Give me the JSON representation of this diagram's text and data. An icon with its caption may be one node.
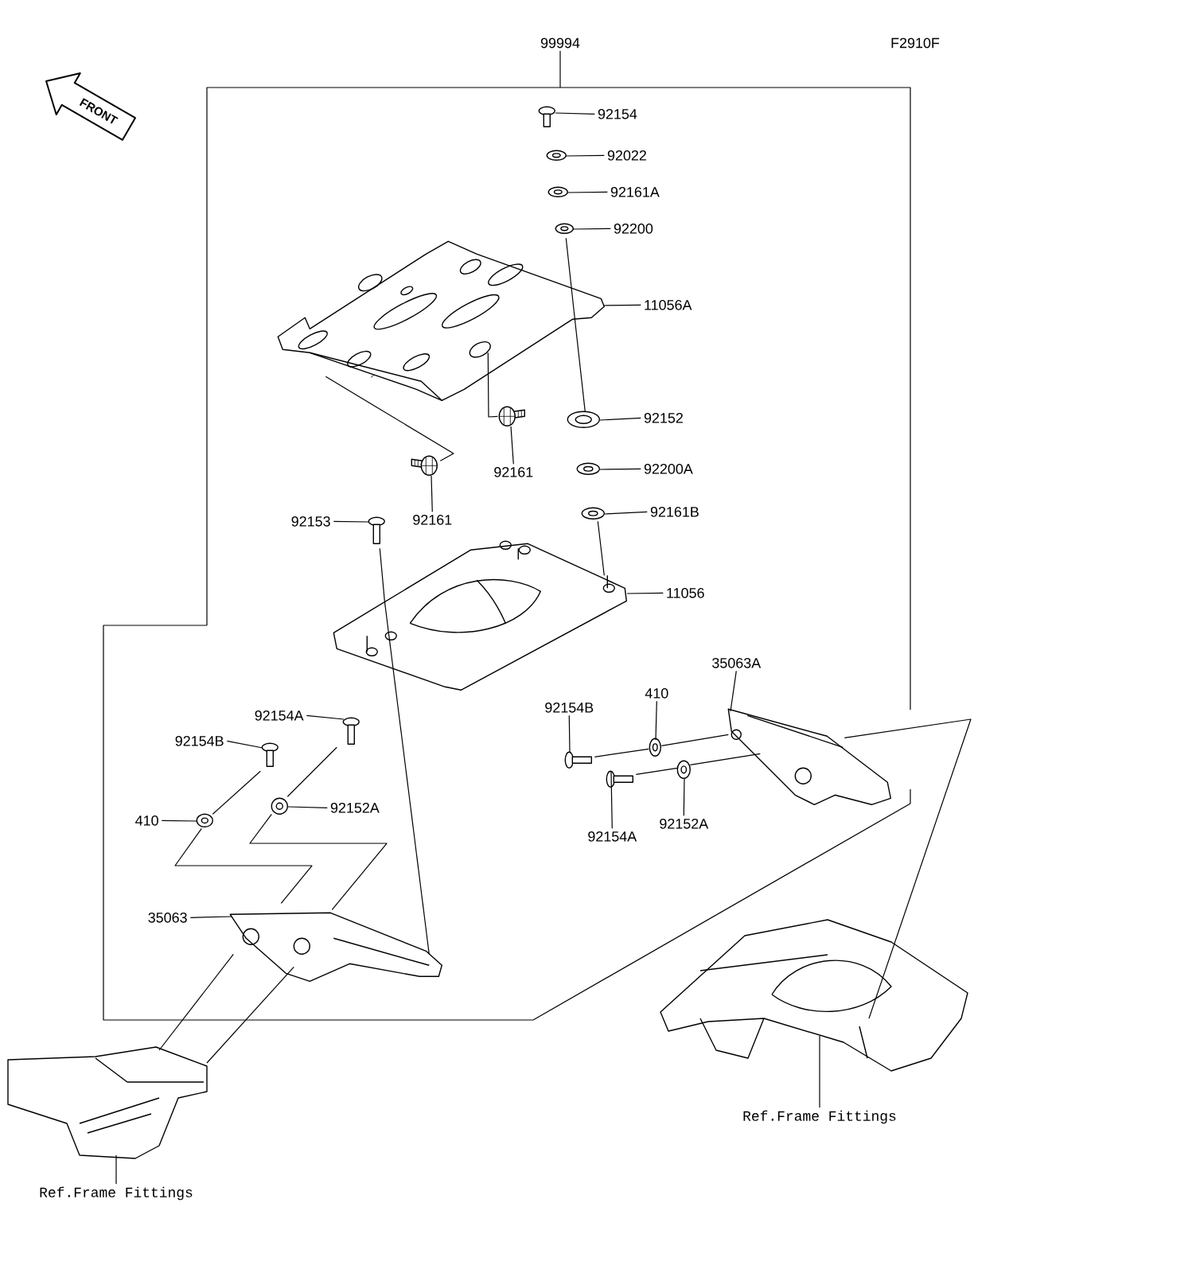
{
  "diagram": {
    "nodes": [
      {
        "text": [
          "99994"
        ]
      },
      {
        "text": [],
        "shape": "frame"
      },
      {
        "text": [
          "92154"
        ],
        "in": 1
      },
      {
        "text": [
          "92022"
        ],
        "in": 1
      },
      {
        "text": [
          "92161A"
        ],
        "in": 1
      },
      {
        "text": [
          "92200"
        ],
        "in": 1
      },
      {
        "text": [
          "11056A"
        ],
        "in": 1
      },
      {
        "text": [
          "92152"
        ],
        "in": 1
      },
      {
        "text": [
          "92161"
        ],
        "in": 1
      },
      {
        "text": [
          "92200A"
        ],
        "in": 1
      },
      {
        "text": [
          "92161"
        ],
        "in": 1
      },
      {
        "text": [
          "92161B"
        ],
        "in": 1
      },
      {
        "text": [
          "92153"
        ],
        "in": 1
      },
      {
        "text": [
          "11056"
        ],
        "in": 1
      },
      {
        "text": [
          "35063A"
        ],
        "in": 1
      },
      {
        "text": [
          "92154A"
        ],
        "in": 1
      },
      {
        "text": [
          "410"
        ],
        "in": 1
      },
      {
        "text": [
          "92154B"
        ],
        "in": 1
      },
      {
        "text": [
          "92154B"
        ],
        "in": 1
      },
      {
        "text": [
          "410"
        ],
        "in": 1
      },
      {
        "text": [
          "92152A"
        ],
        "in": 1
      },
      {
        "text": [
          "92154A"
        ],
        "in": 1
      },
      {
        "text": [
          "92152A"
        ],
        "in": 1
      },
      {
        "text": [
          "35063"
        ],
        "in": 1
      },
      {
        "text": [
          "Ref.Frame Fittings"
        ]
      },
      {
        "text": [
          "Ref.Frame Fittings"
        ]
      },
      {
        "text": [],
        "shape": "picture",
        "in": 1
      },
      {
        "text": [],
        "shape": "picture",
        "in": 1
      },
      {
        "text": [],
        "shape": "picture",
        "in": 1
      },
      {
        "text": [],
        "shape": "picture",
        "in": 1
      },
      {
        "text": [],
        "shape": "picture",
        "in": 1
      },
      {
        "text": [],
        "shape": "picture",
        "in": 1
      },
      {
        "text": [],
        "shape": "picture",
        "in": 1
      },
      {
        "text": [],
        "shape": "picture",
        "in": 1
      },
      {
        "text": [],
        "shape": "picture",
        "in": 1
      },
      {
        "text": [],
        "shape": "picture",
        "in": 1
      },
      {
        "text": [],
        "shape": "picture",
        "in": 1
      },
      {
        "text": [],
        "shape": "picture",
        "in": 1
      },
      {
        "text": [],
        "shape": "picture",
        "in": 1
      },
      {
        "text": [],
        "shape": "picture",
        "in": 1
      },
      {
        "text": [],
        "shape": "picture",
        "in": 1
      },
      {
        "text": [],
        "shape": "picture",
        "in": 1
      },
      {
        "text": [],
        "shape": "picture",
        "in": 1
      },
      {
        "text": [],
        "shape": "picture",
        "in": 1
      },
      {
        "text": [],
        "shape": "picture",
        "in": 1
      },
      {
        "text": [],
        "shape": "picture",
        "in": 1
      },
      {
        "text": [],
        "shape": "picture",
        "in": 1
      },
      {
        "text": [],
        "shape": "picture",
        "in": 1
      },
      {
        "text": [],
        "shape": "picture"
      },
      {
        "text": [],
        "shape": "picture"
      }
    ],
    "edges": [
      {
        "from": 0,
        "to": 1,
        "arrow": "none"
      },
      {
        "from": 2,
        "to": 26,
        "arrow": "none"
      },
      {
        "from": 3,
        "to": 27,
        "arrow": "none"
      },
      {
        "from": 4,
        "to": 28,
        "arrow": "none"
      },
      {
        "from": 5,
        "to": 29,
        "arrow": "none"
      },
      {
        "from": 6,
        "to": 30,
        "arrow": "none"
      },
      {
        "from": 7,
        "to": 31,
        "arrow": "none"
      },
      {
        "from": 8,
        "to": 32,
        "arrow": "none"
      },
      {
        "from": 9,
        "to": 33,
        "arrow": "none"
      },
      {
        "from": 10,
        "to": 34,
        "arrow": "none"
      },
      {
        "from": 11,
        "to": 35,
        "arrow": "none"
      },
      {
        "from": 12,
        "to": 36,
        "arrow": "none"
      },
      {
        "from": 13,
        "to": 37,
        "arrow": "none"
      },
      {
        "from": 14,
        "to": 38,
        "arrow": "none"
      },
      {
        "from": 15,
        "to": 39,
        "arrow": "none"
      },
      {
        "from": 16,
        "to": 40,
        "arrow": "none"
      },
      {
        "from": 17,
        "to": 41,
        "arrow": "none"
      },
      {
        "from": 18,
        "to": 42,
        "arrow": "none"
      },
      {
        "from": 19,
        "to": 43,
        "arrow": "none"
      },
      {
        "from": 20,
        "to": 44,
        "arrow": "none"
      },
      {
        "from": 21,
        "to": 45,
        "arrow": "none"
      },
      {
        "from": 22,
        "to": 46,
        "arrow": "none"
      },
      {
        "from": 23,
        "to": 47,
        "arrow": "none"
      },
      {
        "from": 24,
        "to": 48,
        "arrow": "none"
      },
      {
        "from": 25,
        "to": 49,
        "arrow": "none"
      },
      {
        "from": 29,
        "to": 30,
        "arrow": "none"
      },
      {
        "from": 30,
        "to": 32,
        "arrow": "none"
      },
      {
        "from": 30,
        "to": 34,
        "arrow": "none"
      },
      {
        "from": 35,
        "to": 37,
        "arrow": "none"
      },
      {
        "from": 36,
        "to": 37,
        "arrow": "none"
      },
      {
        "from": 39,
        "to": 44,
        "arrow": "none"
      },
      {
        "from": 42,
        "to": 43,
        "arrow": "none"
      },
      {
        "from": 43,
        "to": 47,
        "arrow": "none"
      },
      {
        "from": 44,
        "to": 47,
        "arrow": "none"
      },
      {
        "from": 47,
        "to": 49,
        "arrow": "none"
      },
      {
        "from": 47,
        "to": 49,
        "arrow": "none"
      },
      {
        "from": 41,
        "to": 40,
        "arrow": "none"
      },
      {
        "from": 40,
        "to": 38,
        "arrow": "none"
      },
      {
        "from": 45,
        "to": 46,
        "arrow": "none"
      },
      {
        "from": 46,
        "to": 38,
        "arrow": "none"
      },
      {
        "from": 38,
        "to": 48,
        "arrow": "none"
      },
      {
        "from": 30,
        "to": 31,
        "arrow": "none"
      },
      {
        "from": 37,
        "to": 47,
        "arrow": "none"
      }
    ],
    "labels": [
      "F2910F",
      "FRONT"
    ]
  }
}
